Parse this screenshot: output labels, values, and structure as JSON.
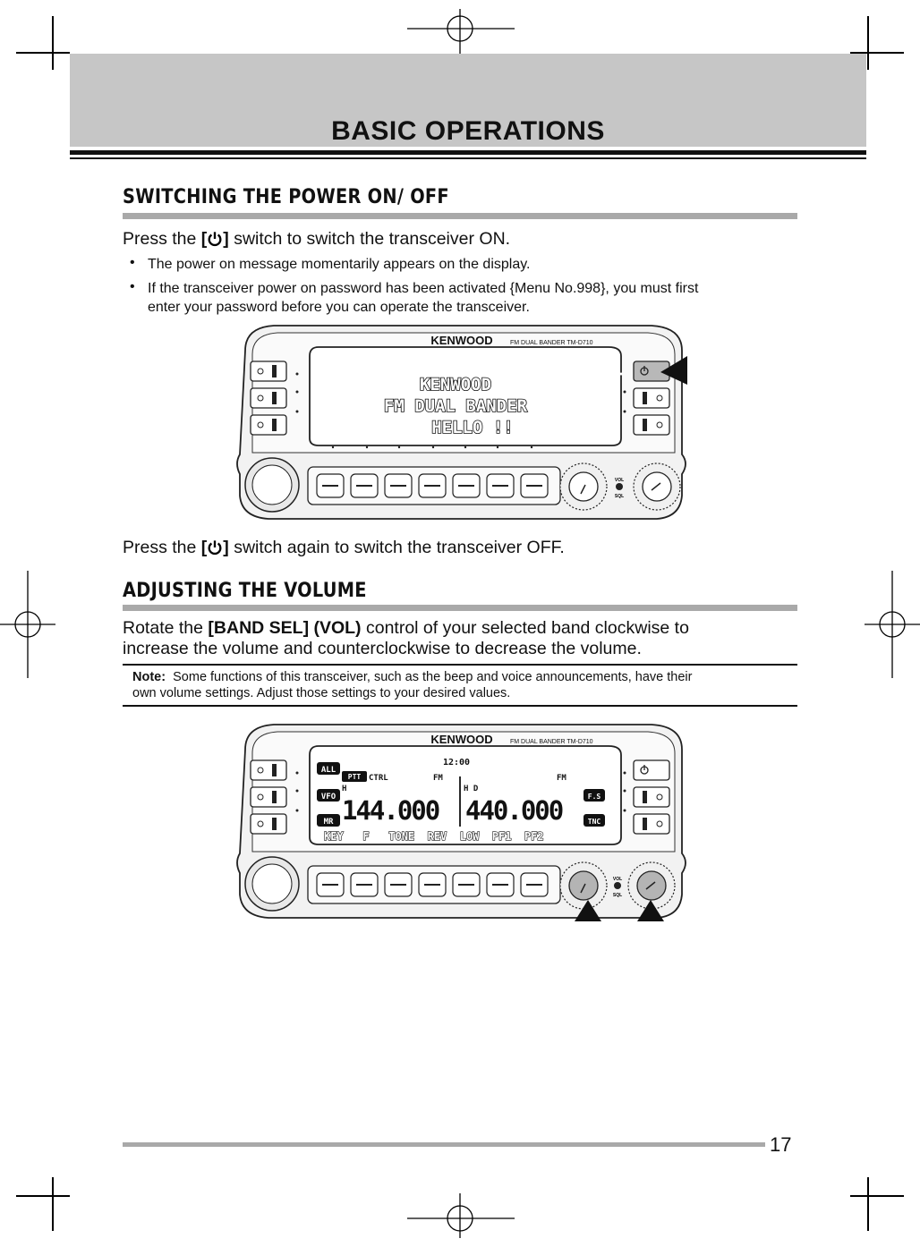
{
  "header": {
    "title": "BASIC OPERATIONS"
  },
  "section1": {
    "title": "SWITCHING THE POWER ON/ OFF",
    "intro": {
      "prefix": "Press the ",
      "key": "[",
      "key_end": "]",
      "suffix": " switch to switch the transceiver ON."
    },
    "bullets": [
      "The power on message momentarily appears on the display.",
      "If the transceiver power on password has been activated {Menu No.998}, you must first",
      "enter your password before you can operate the transceiver."
    ],
    "outro": {
      "prefix": "Press the ",
      "key": "[",
      "key_end": "]",
      "suffix": " switch again to switch the transceiver OFF."
    }
  },
  "radio1": {
    "brand": "KENWOOD",
    "model": "FM DUAL BANDER  TM-D710",
    "display_lines": [
      "KENWOOD",
      "FM DUAL BANDER",
      "HELLO !!"
    ],
    "vol_label": "VOL",
    "sql_label": "SQL"
  },
  "section2": {
    "title": "ADJUSTING THE VOLUME",
    "line1": {
      "prefix": "Rotate the ",
      "bold": "[BAND SEL] (VOL)",
      "suffix": " control of your selected band clockwise to"
    },
    "line2": "increase the volume and counterclockwise to decrease the volume.",
    "note": {
      "label": "Note:",
      "line1": "Some functions of this transceiver, such as the beep and voice announcements, have their",
      "line2": "own volume settings.  Adjust those settings to your desired values."
    }
  },
  "radio2": {
    "brand": "KENWOOD",
    "model": "FM DUAL BANDER  TM-D710",
    "clock": "12:00",
    "left_tags": [
      "ALL",
      "VFO",
      "MR"
    ],
    "ctrl_tag": "PTT",
    "ctrl": "CTRL",
    "mode_left": "FM",
    "mode_right": "FM",
    "power_left": "H",
    "power_right": "H D",
    "freq_left": "144.000",
    "freq_right": "440.000",
    "right_tags": [
      "F.S",
      "TNC"
    ],
    "keys": "KEY   F   TONE  REV  LOW  PF1  PF2",
    "vol_label": "VOL",
    "sql_label": "SQL"
  },
  "footer": {
    "page_number": "17"
  }
}
